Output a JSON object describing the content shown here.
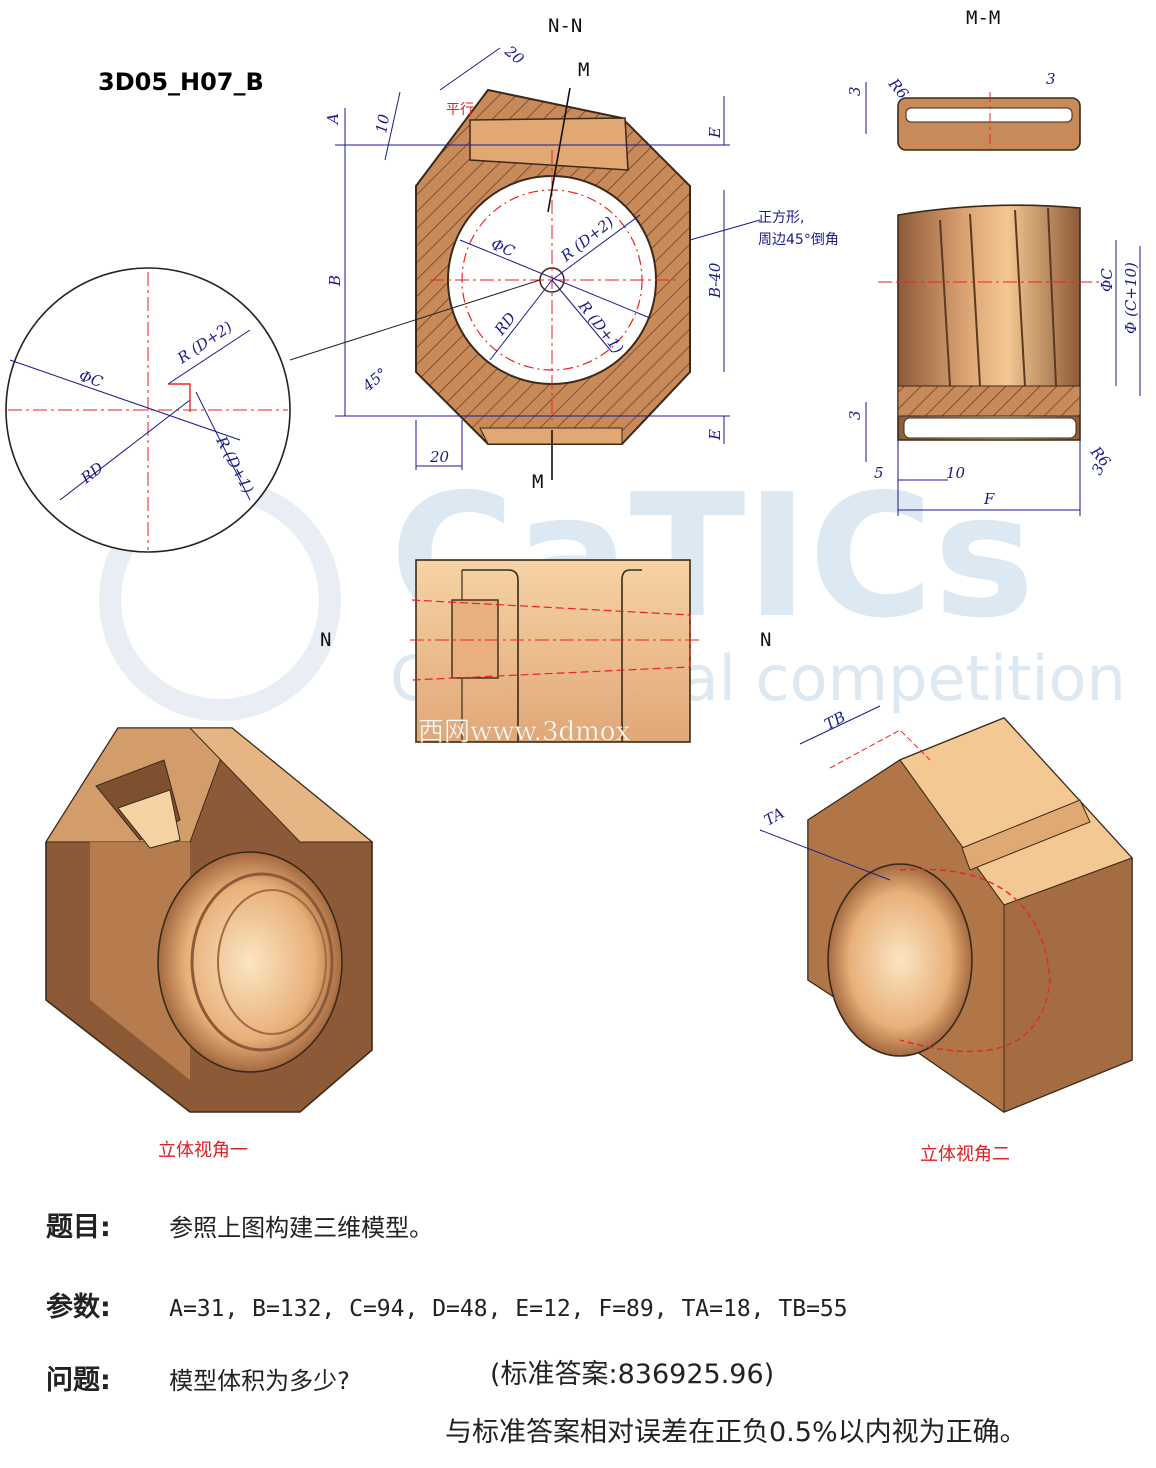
{
  "drawing": {
    "code": "3D05_H07_B",
    "section_nn": "N-N",
    "section_mm": "M-M",
    "cut_m": "M",
    "cut_n": "N",
    "dims": {
      "d20_top": "20",
      "parallel": "平行",
      "A": "A",
      "d10": "10",
      "E": "E",
      "B": "B",
      "phiC": "ΦC",
      "RD2": "R (D+2)",
      "RD1": "R (D+1)",
      "RD": "RD",
      "B40": "B-40",
      "note1": "正方形,",
      "note2": "周边45°倒角",
      "deg45": "45°",
      "d20_bottom": "20",
      "R6": "R6",
      "d3": "3",
      "phiC10": "Φ (C+10)",
      "d5": "5",
      "F": "F",
      "TA": "TA",
      "TB": "TB"
    },
    "watermark": {
      "big": "CaTICs",
      "small": "CAD digital competition",
      "site": "西网www.3dmox"
    },
    "view1_label": "立体视角一",
    "view2_label": "立体视角二"
  },
  "question": {
    "title_label": "题目:",
    "title_text": "参照上图构建三维模型。",
    "params_label": "参数:",
    "params_text": "A=31, B=132, C=94, D=48, E=12, F=89, TA=18, TB=55",
    "q_label": "问题:",
    "q_text": "模型体积为多少?",
    "answer": "(标准答案:836925.96)",
    "tolerance": "与标准答案相对误差在正负0.5%以内视为正确。"
  },
  "colors": {
    "copper_light": "#f3c893",
    "copper_mid": "#c98a5a",
    "copper_dark": "#8d5a38",
    "dimension_blue": "#1a1a8c",
    "centerline_red": "#e22222"
  }
}
